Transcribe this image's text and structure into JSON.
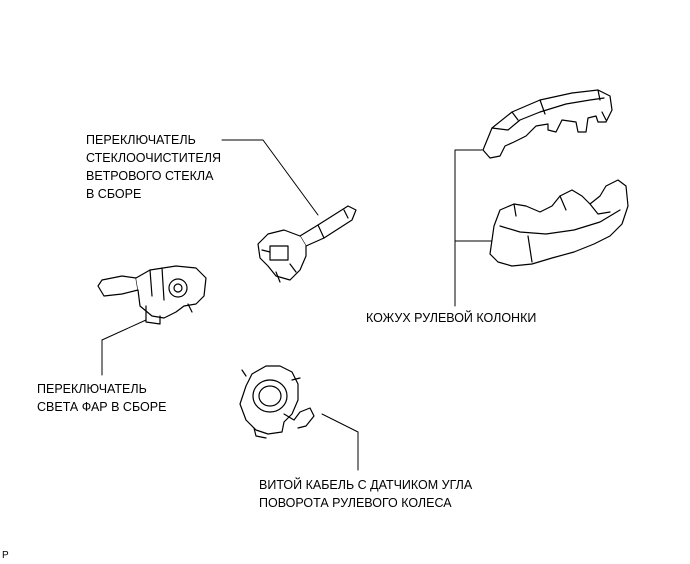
{
  "labels": {
    "wiper_switch": [
      "ПЕРЕКЛЮЧАТЕЛЬ",
      "СТЕКЛООЧИСТИТЕЛЯ",
      "ВЕТРОВОГО СТЕКЛА",
      "В СБОРЕ"
    ],
    "column_cover": [
      "КОЖУХ РУЛЕВОЙ КОЛОНКИ"
    ],
    "headlight_switch": [
      "ПЕРЕКЛЮЧАТЕЛЬ",
      "СВЕТА ФАР В СБОРЕ"
    ],
    "spiral_cable": [
      "ВИТОЙ КАБЕЛЬ С ДАТЧИКОМ УГЛА",
      "ПОВОРОТА РУЛЕВОГО КОЛЕСА"
    ]
  },
  "figure_code": "P"
}
